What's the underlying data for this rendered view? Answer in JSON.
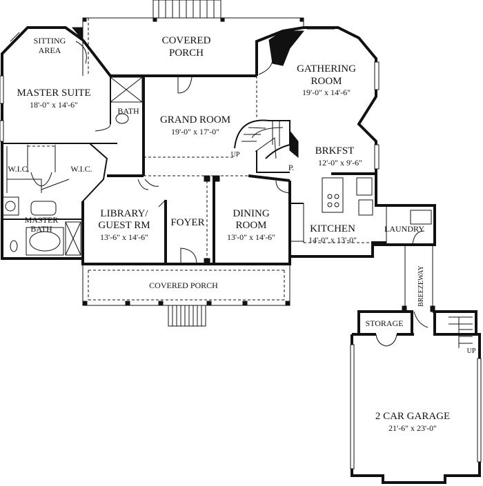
{
  "rooms": {
    "covered_porch_top": {
      "name_1": "COVERED",
      "name_2": "PORCH"
    },
    "sitting_area": {
      "name_1": "SITTING",
      "name_2": "AREA"
    },
    "master_suite": {
      "name": "MASTER SUITE",
      "dim": "18'-0\" x 14'-6\""
    },
    "bath": {
      "name": "BATH"
    },
    "grand_room": {
      "name": "GRAND ROOM",
      "dim": "19'-0\" x 17'-0\""
    },
    "gathering_room": {
      "name_1": "GATHERING",
      "name_2": "ROOM",
      "dim": "19'-0\" x 14'-6\""
    },
    "brkfst": {
      "name": "BRKFST",
      "dim": "12'-0\" x 9'-6\""
    },
    "pantry": {
      "name": "P."
    },
    "wic_left": {
      "name": "W.I.C."
    },
    "wic_right": {
      "name": "W.I.C."
    },
    "master_bath": {
      "name_1": "MASTER",
      "name_2": "BATH"
    },
    "library": {
      "name_1": "LIBRARY/",
      "name_2": "GUEST RM",
      "dim": "13'-6\" x 14'-6\""
    },
    "foyer": {
      "name": "FOYER"
    },
    "dining_room": {
      "name_1": "DINING",
      "name_2": "ROOM",
      "dim": "13'-0\" x 14'-6\""
    },
    "kitchen": {
      "name": "KITCHEN",
      "dim": "14'-0\" x 13'-0\""
    },
    "laundry": {
      "name": "LAUNDRY"
    },
    "covered_porch_front": {
      "name": "COVERED PORCH"
    },
    "breezeway": {
      "name": "BREEZEWAY"
    },
    "storage": {
      "name": "STORAGE"
    },
    "garage": {
      "name": "2 CAR GARAGE",
      "dim": "21'-6\" x 23'-0\""
    }
  },
  "stairs": {
    "main_up": "UP",
    "garage_up": "UP"
  }
}
